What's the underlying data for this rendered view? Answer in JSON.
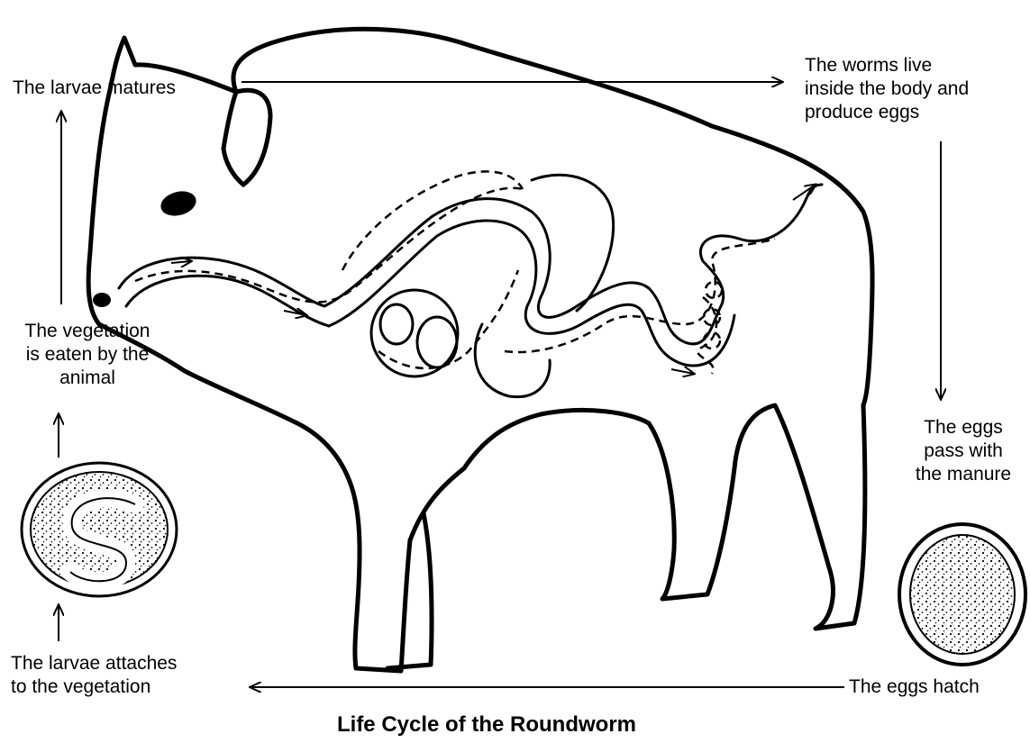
{
  "title": "Life Cycle of the Roundworm",
  "labels": {
    "larvae_matures": "The larvae matures",
    "worms_live": [
      "The worms live",
      "inside the body and",
      "produce eggs"
    ],
    "eggs_pass": [
      "The eggs",
      "pass with",
      "the manure"
    ],
    "eggs_hatch": "The eggs hatch",
    "larvae_attaches": [
      "The larvae attaches",
      "to the vegetation"
    ],
    "vegetation_eaten": [
      "The vegetation",
      "is eaten by the",
      "animal"
    ]
  },
  "colors": {
    "ink": "#000000",
    "paper": "#ffffff"
  }
}
